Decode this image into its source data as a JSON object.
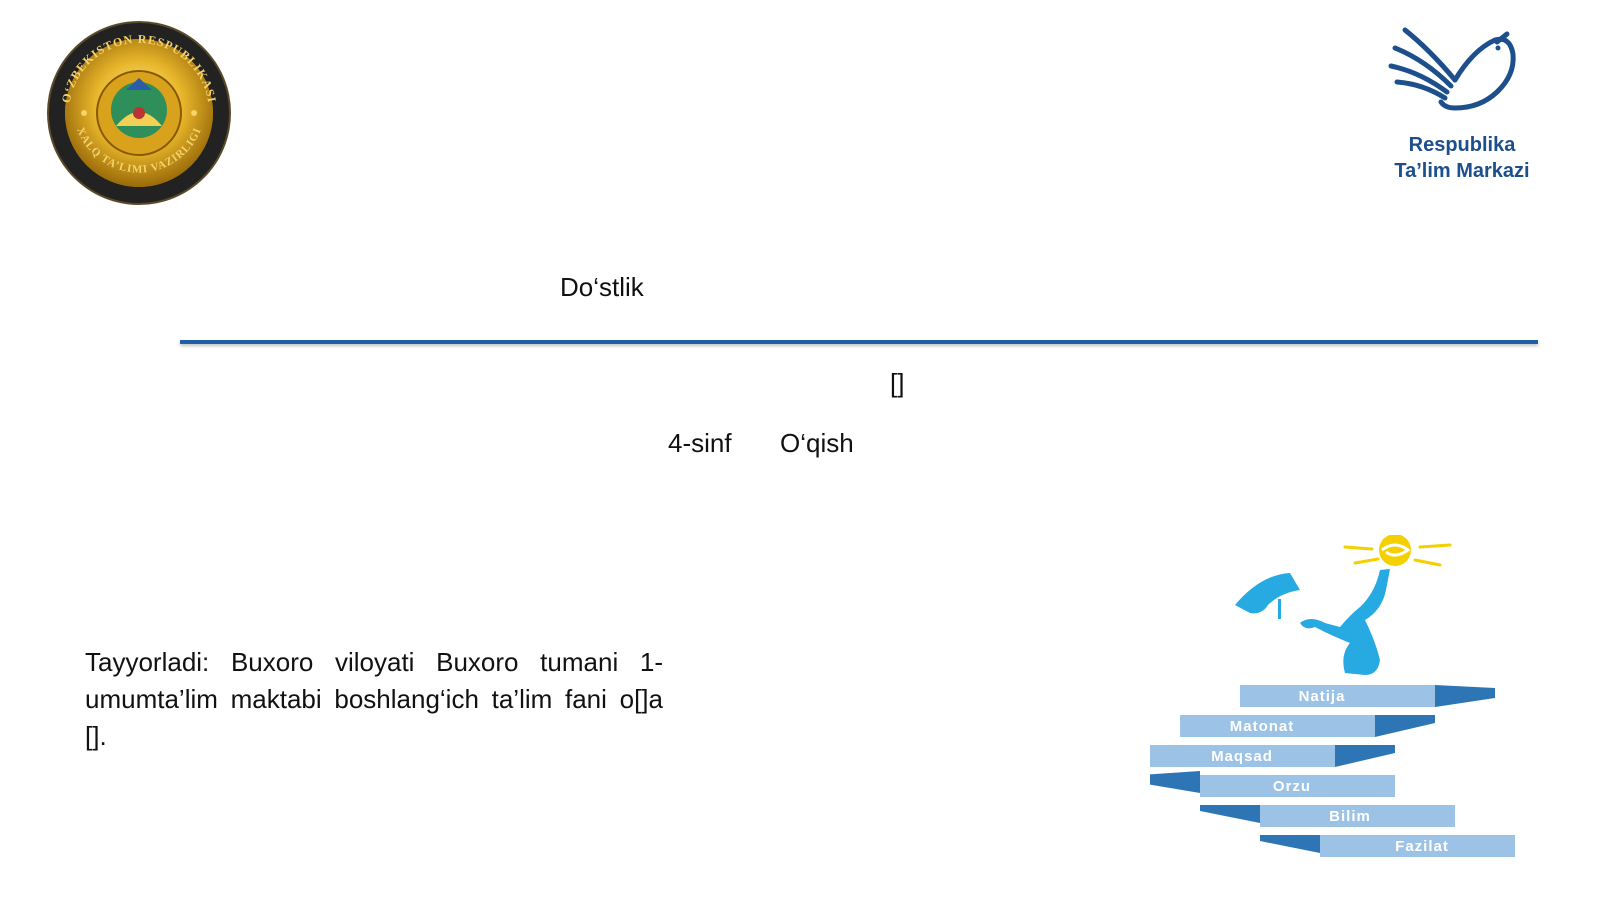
{
  "emblem": {
    "ring_text_top": "O‘ZBEKISTON RESPUBLIKASI",
    "ring_text_bottom": "XALQ TA’LIMI VAZIRLIGI"
  },
  "logo": {
    "line1": "Respublika",
    "line2": "Ta’lim Markazi"
  },
  "slide": {
    "title": "Do‘stlik",
    "subtitle": "[]",
    "grade": "4-sinf",
    "subject": "O‘qish",
    "author": "Tayyorladi: Buxoro viloyati Buxoro tumani 1-umumta’lim maktabi boshlang‘ich ta’lim fani o[]a []."
  },
  "stairs": {
    "steps": [
      "Natija",
      "Matonat",
      "Maqsad",
      "Orzu",
      "Bilim",
      "Fazilat"
    ]
  },
  "colors": {
    "rule": "#1f5fa6",
    "brand_blue": "#1d4f8d",
    "step_light": "#9cc2e5",
    "step_dark": "#2e75b6",
    "figure": "#27a9e1",
    "sun": "#f5d000"
  }
}
